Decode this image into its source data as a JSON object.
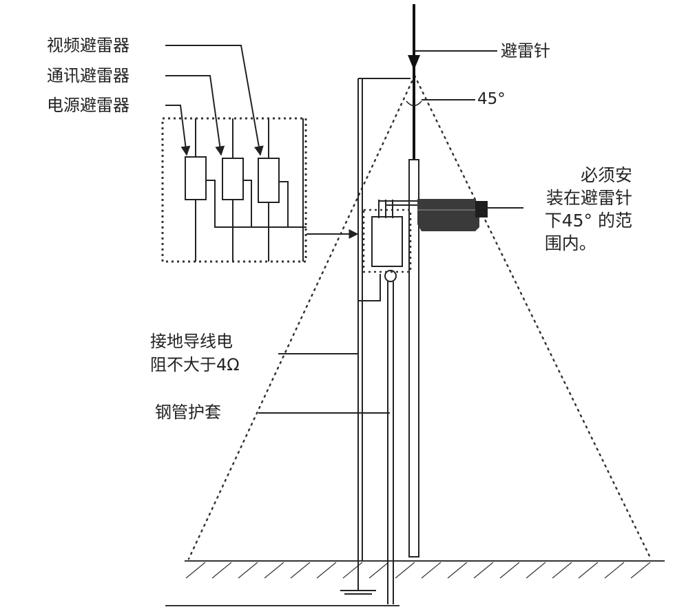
{
  "labels": {
    "video_arrester": "视频避雷器",
    "comm_arrester": "通讯避雷器",
    "power_arrester": "电源避雷器",
    "lightning_rod": "避雷针",
    "angle": "45°",
    "note_lines": [
      "必须安",
      "装在避雷针",
      "下45° 的范",
      "围内。"
    ],
    "ground_wire_lines": [
      "接地导线电",
      "阻不大于4Ω"
    ],
    "steel_pipe": "钢管护套"
  },
  "colors": {
    "line": "#222222",
    "dotted": "#333333",
    "camera_body": "#3a3a3a",
    "camera_dark": "#1e1e1e"
  }
}
